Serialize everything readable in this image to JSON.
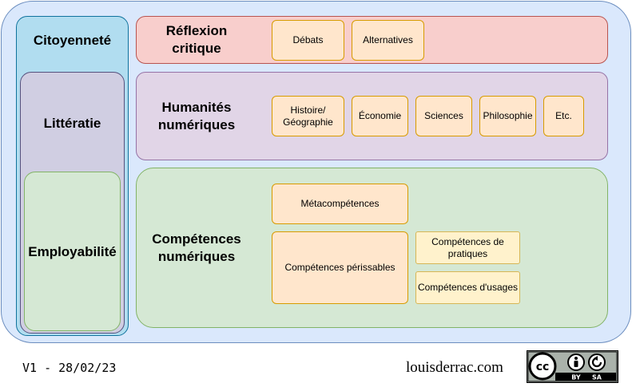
{
  "side": {
    "citoyennete": "Citoyenneté",
    "litteratie": "Littératie",
    "employabilite": "Employabilité"
  },
  "panels": {
    "reflexion": {
      "title": "Réflexion\ncritique",
      "items": [
        "Débats",
        "Alternatives"
      ]
    },
    "humanites": {
      "title": "Humanités\nnumériques",
      "items": [
        "Histoire/\nGéographie",
        "Économie",
        "Sciences",
        "Philosophie",
        "Etc."
      ]
    },
    "competences": {
      "title": "Compétences\nnumériques",
      "metacompetences": "Métacompétences",
      "perissables": "Compétences périssables",
      "pratiques": "Compétences de\npratiques",
      "usages": "Compétences d'usages"
    }
  },
  "footer": {
    "version": "V1 - 28/02/23",
    "site": "louisderrac.com",
    "license": {
      "by": "BY",
      "sa": "SA"
    }
  },
  "colors": {
    "outer": "#dae8fc",
    "citoyennete": "#b1ddf0",
    "litteratie": "#d0cee2",
    "employabilite": "#d5e8d4",
    "reflexion": "#f8cecc",
    "humanites": "#e1d5e7",
    "competences": "#d5e8d4",
    "box_orange": "#ffe6cc",
    "box_yellow": "#fff2cc"
  },
  "icons": [
    "creative-commons-icon",
    "attribution-icon",
    "share-alike-icon"
  ]
}
